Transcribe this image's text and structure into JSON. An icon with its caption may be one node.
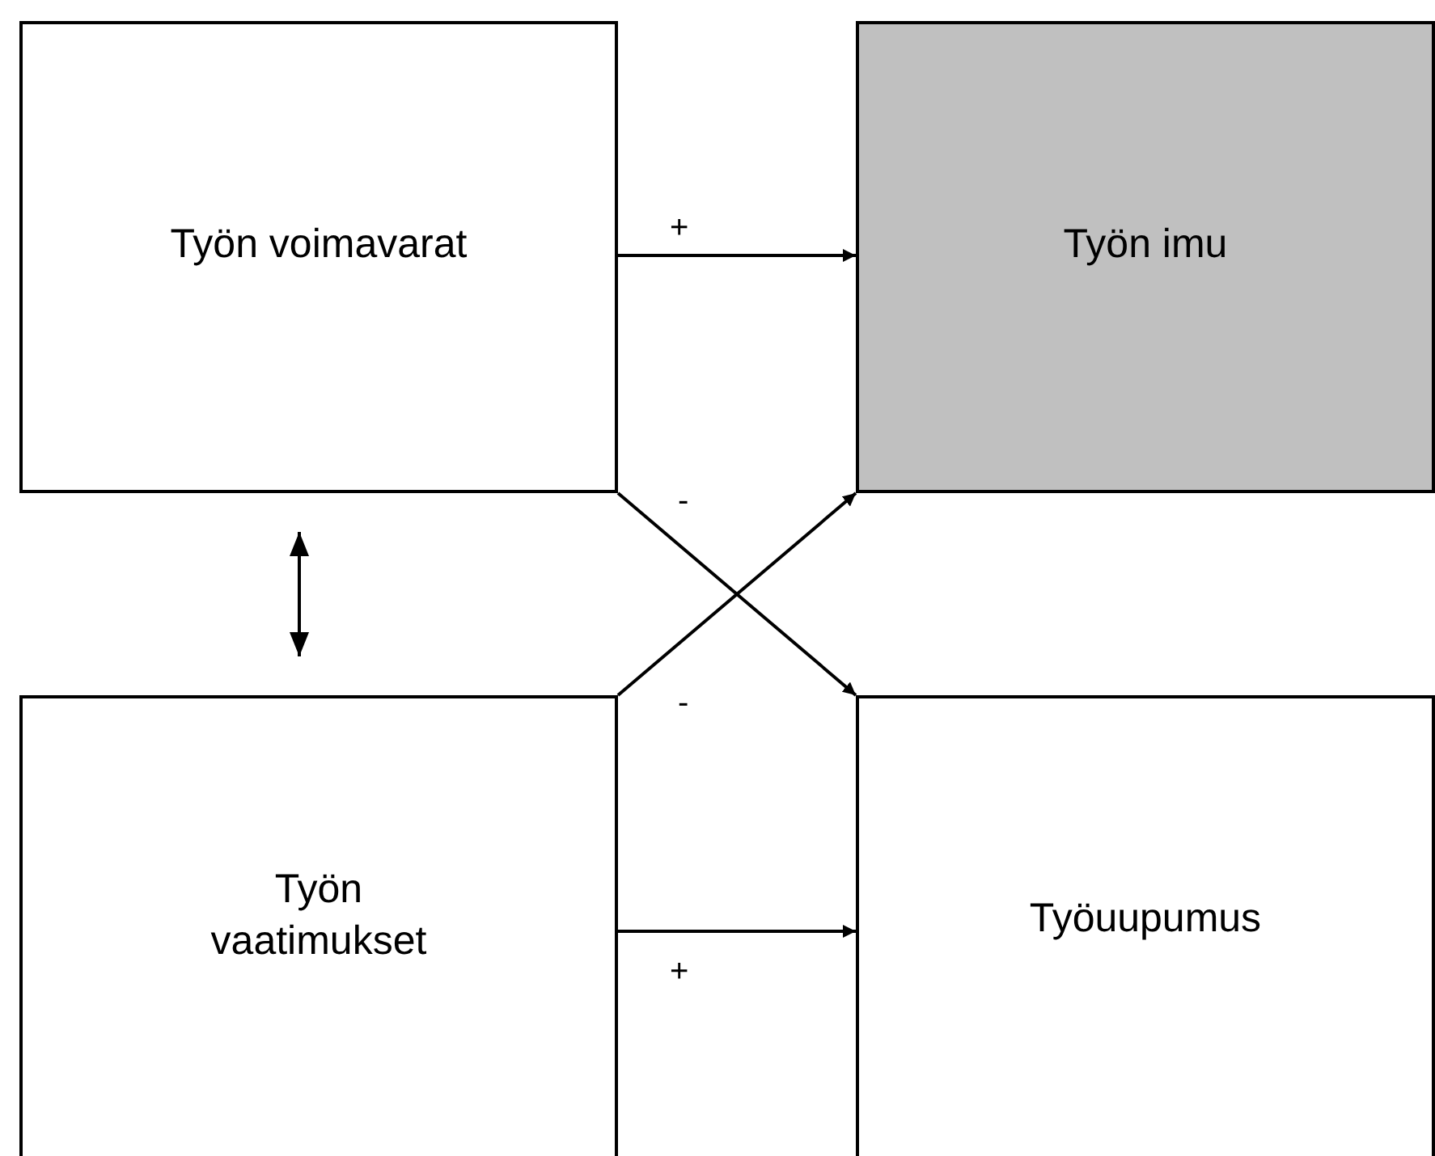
{
  "diagram": {
    "nodes": [
      {
        "text": [
          "Työn voimavarat"
        ]
      },
      {
        "text": [
          "Työn imu"
        ]
      },
      {
        "text": [
          "Työn vaatimukset"
        ]
      },
      {
        "text": [
          "Työuupumus"
        ]
      }
    ],
    "edges": [
      {
        "from": 0,
        "to": 1,
        "arrow": "to",
        "label": "+"
      },
      {
        "from": 0,
        "to": 3,
        "arrow": "to",
        "label": "-"
      },
      {
        "from": 2,
        "to": 1,
        "arrow": "to",
        "label": "-"
      },
      {
        "from": 2,
        "to": 3,
        "arrow": "to",
        "label": "+"
      },
      {
        "from": 0,
        "to": 2,
        "arrow": "both"
      }
    ]
  }
}
